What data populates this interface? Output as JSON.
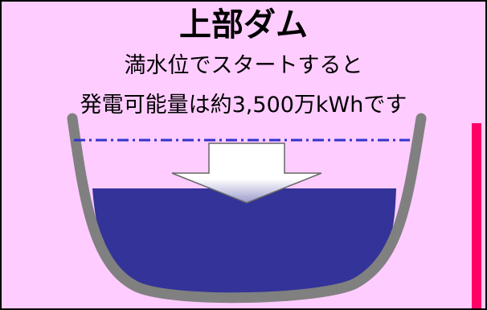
{
  "title": "上部ダム",
  "subtitle_line1": "満水位でスタートすると",
  "subtitle_line2": "発電可能量は約3,500万kWhです",
  "colors": {
    "background": "#ffccff",
    "border": "#000000",
    "water": "#333399",
    "dam_wall": "#808080",
    "water_level_line": "#3333cc",
    "indicator_bar": "#ff0066"
  },
  "icons": {
    "arrow": "down-arrow-icon"
  }
}
